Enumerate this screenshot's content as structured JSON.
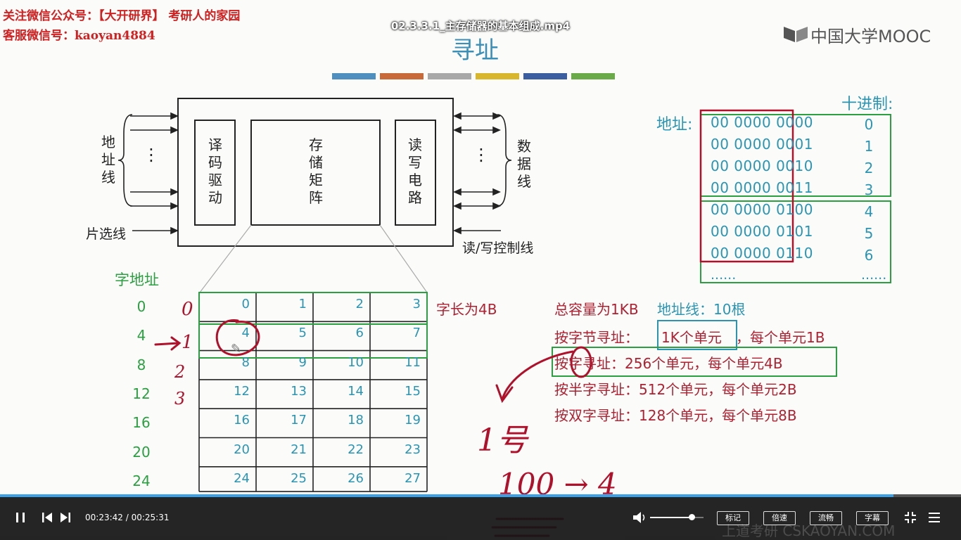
{
  "watermark": {
    "line1": "关注微信公众号：【大开研界】 考研人的家园",
    "line2": "客服微信号：kaoyan4884"
  },
  "video_title": "02.3.3.1_主存储器的基本组成.mp4",
  "logo_text": "中国大学MOOC",
  "slide": {
    "title": "寻址",
    "color_bars": [
      "#4f8fc0",
      "#c8693a",
      "#a8a8a8",
      "#d8b72e",
      "#3a5ea0",
      "#6aaa48"
    ],
    "diagram": {
      "decoder": "译码驱动",
      "matrix": "存储矩阵",
      "rw_circuit": "读写电路",
      "addr_lines": "地址线",
      "data_lines": "数据线",
      "chip_select": "片选线",
      "rw_control": "读/写控制线",
      "dots": "⋮"
    },
    "decimal_header": "十进制:",
    "addr_label": "地址:",
    "binary": [
      {
        "bin": "00 0000 0000",
        "dec": "0"
      },
      {
        "bin": "00 0000 0001",
        "dec": "1"
      },
      {
        "bin": "00 0000 0010",
        "dec": "2"
      },
      {
        "bin": "00 0000 0011",
        "dec": "3"
      },
      {
        "bin": "00 0000 0100",
        "dec": "4"
      },
      {
        "bin": "00 0000 0101",
        "dec": "5"
      },
      {
        "bin": "00 0000 0110",
        "dec": "6"
      }
    ],
    "ellipsis": "......",
    "word_addr_title": "字地址",
    "word_addrs": [
      "0",
      "4",
      "8",
      "12",
      "16",
      "20",
      "24"
    ],
    "grid_rows": [
      [
        "0",
        "1",
        "2",
        "3"
      ],
      [
        "4",
        "5",
        "6",
        "7"
      ],
      [
        "8",
        "9",
        "10",
        "11"
      ],
      [
        "12",
        "13",
        "14",
        "15"
      ],
      [
        "16",
        "17",
        "18",
        "19"
      ],
      [
        "20",
        "21",
        "22",
        "23"
      ],
      [
        "24",
        "25",
        "26",
        "27"
      ]
    ],
    "word_len": "字长为4B",
    "total_cap": "总容量为1KB",
    "addr_lines_count": "地址线：10根",
    "byte_a": "按字节寻址：",
    "byte_b": "1K个单元",
    "byte_c": "，每个单元1B",
    "word_line": "按字寻址：256个单元，每个单元4B",
    "half_line": "按半字寻址：512个单元，每个单元2B",
    "double_line": "按双字寻址：128个单元，每个单元8B",
    "handwriting": {
      "row_nums": [
        "0",
        "1",
        "2",
        "3"
      ],
      "arrow": "→",
      "number_one": "1号",
      "bottom_eq": "100 → 4",
      "cursor": "✎"
    }
  },
  "controls": {
    "time": "00:23:42 / 00:25:31",
    "progress": 0.93,
    "volume": 0.78,
    "buttons": [
      "标记",
      "倍速",
      "流畅",
      "字幕"
    ],
    "bottom_watermark": "上道考研 CSKAOYAN.COM"
  }
}
